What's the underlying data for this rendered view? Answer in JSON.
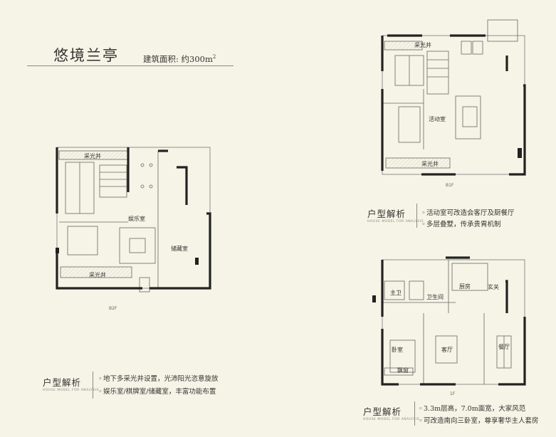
{
  "header": {
    "title": "悠境兰亭",
    "area_text": "建筑面积: 约300m",
    "area_sup": "2"
  },
  "plans": {
    "b2f": {
      "caption": "B2F",
      "rooms": {
        "skylight_top": "采光井",
        "entertainment": "娱乐室",
        "storage": "储藏室",
        "skylight_bottom": "采光井"
      }
    },
    "b1f": {
      "caption": "B1F",
      "rooms": {
        "skylight_top": "采光井",
        "activity": "活动室",
        "skylight_bottom": "采光井"
      }
    },
    "f1": {
      "caption": "1F",
      "rooms": {
        "master_bath": "主卫",
        "bath": "卫生间",
        "kitchen": "厨房",
        "foyer": "玄关",
        "bedroom": "卧室",
        "living": "客厅",
        "dining": "餐厅",
        "bay_window": "飘窗"
      }
    }
  },
  "analysis_b2f": {
    "title": "户型解析",
    "subtitle": "HOUSE MODEL FOR ANALYSIS",
    "bullets": [
      "地下多采光井设置，光沛阳光恣意旋放",
      "娱乐室/棋牌室/储藏室，丰富功能布置"
    ]
  },
  "analysis_b1f": {
    "title": "户型解析",
    "subtitle": "HOUSE MODEL FOR ANALYSIS",
    "bullets": [
      "活动室可改造会客厅及厨餐厅",
      "多层叠墅，传承贵胄机制"
    ]
  },
  "analysis_1f": {
    "title": "户型解析",
    "subtitle": "HOUSE MODEL FOR ANALYSIS",
    "bullets": [
      "3.3m层高，7.0m面宽，大家风范",
      "可改造南向三卧室，尊享奢华主人套房"
    ]
  },
  "colors": {
    "background": "#f6f4e6",
    "wall": "#222222",
    "line": "#8a8a80"
  }
}
